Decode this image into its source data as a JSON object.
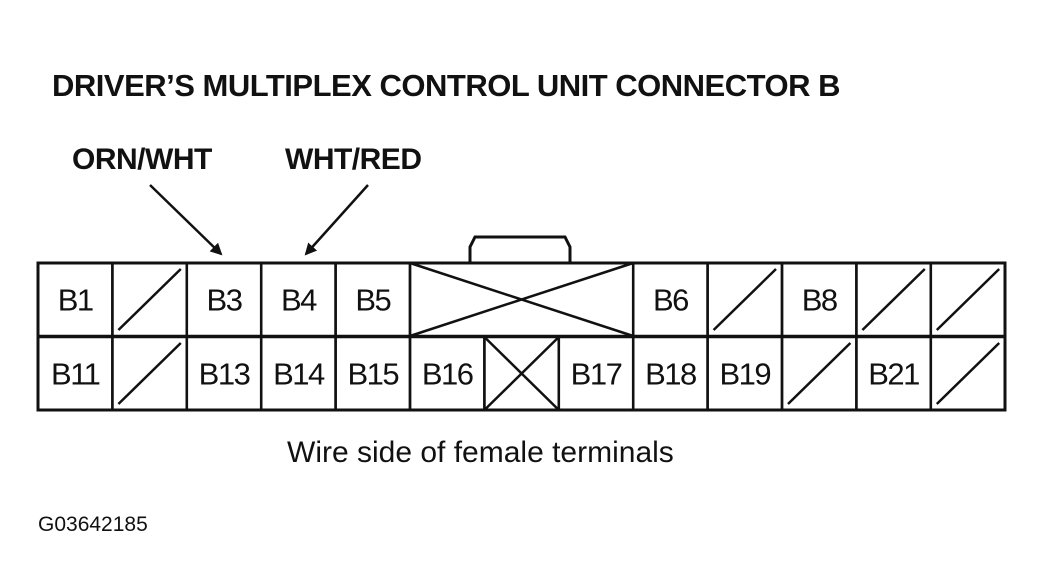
{
  "title": "DRIVER’S MULTIPLEX CONTROL UNIT CONNECTOR B",
  "callouts": [
    {
      "label": "ORN/WHT",
      "terminal": "B3"
    },
    {
      "label": "WHT/RED",
      "terminal": "B4"
    }
  ],
  "connector": {
    "rows": [
      [
        {
          "label": "B1"
        },
        {
          "label": "",
          "blank": true
        },
        {
          "label": "B3"
        },
        {
          "label": "B4"
        },
        {
          "label": "B5"
        },
        {
          "label": "",
          "blank": true,
          "cross": true,
          "span": 3
        },
        {
          "label": "B6"
        },
        {
          "label": "",
          "blank": true
        },
        {
          "label": "B8"
        },
        {
          "label": "",
          "blank": true
        },
        {
          "label": "",
          "blank": true
        }
      ],
      [
        {
          "label": "B11"
        },
        {
          "label": "",
          "blank": true
        },
        {
          "label": "B13"
        },
        {
          "label": "B14"
        },
        {
          "label": "B15"
        },
        {
          "label": "B16"
        },
        {
          "label": "",
          "blank": true,
          "cross": true
        },
        {
          "label": "B17"
        },
        {
          "label": "B18"
        },
        {
          "label": "B19"
        },
        {
          "label": "",
          "blank": true
        },
        {
          "label": "B21"
        },
        {
          "label": "",
          "blank": true
        }
      ]
    ]
  },
  "caption": "Wire side of female terminals",
  "figure_code": "G03642185"
}
